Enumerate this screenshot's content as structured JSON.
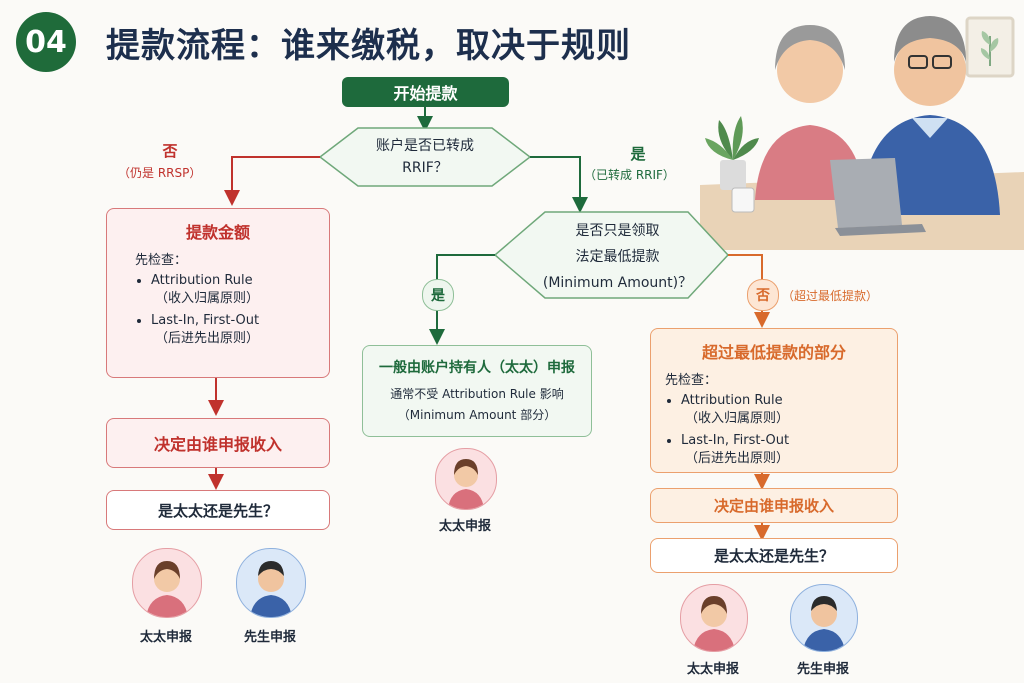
{
  "header": {
    "number": "04",
    "title": "提款流程：谁来缴税，取决于规则"
  },
  "start": {
    "label": "开始提款"
  },
  "decision1": {
    "line1": "账户是否已转成",
    "line2": "RRIF？"
  },
  "branch_no": {
    "label": "否",
    "note": "（仍是 RRSP）"
  },
  "branch_yes": {
    "label": "是",
    "note": "（已转成 RRIF）"
  },
  "left_box": {
    "title": "提款金额",
    "check_label": "先检查：",
    "items": [
      {
        "main": "Attribution Rule",
        "sub": "（收入归属原则）"
      },
      {
        "main": "Last-In, First-Out",
        "sub": "（后进先出原则）"
      }
    ]
  },
  "left_decide": {
    "label": "决定由谁申报收入"
  },
  "left_question": {
    "label": "是太太还是先生？"
  },
  "decision2": {
    "line1": "是否只是领取",
    "line2": "法定最低提款",
    "line3": "(Minimum Amount)？"
  },
  "mid_branch": {
    "label": "是"
  },
  "mid_box": {
    "title": "一般由账户持有人（太太）申报",
    "line1": "通常不受 Attribution Rule 影响",
    "line2": "（Minimum Amount 部分）"
  },
  "mid_avatar": {
    "caption": "太太申报"
  },
  "right_branch": {
    "label": "否",
    "note": "（超过最低提款）"
  },
  "right_box": {
    "title": "超过最低提款的部分",
    "check_label": "先检查：",
    "items": [
      {
        "main": "Attribution Rule",
        "sub": "（收入归属原则）"
      },
      {
        "main": "Last-In, First-Out",
        "sub": "（后进先出原则）"
      }
    ]
  },
  "right_decide": {
    "label": "决定由谁申报收入"
  },
  "right_question": {
    "label": "是太太还是先生？"
  },
  "left_avatars": {
    "wife": "太太申报",
    "husband": "先生申报"
  },
  "right_avatars": {
    "wife": "太太申报",
    "husband": "先生申报"
  },
  "colors": {
    "green": "#1e6a3c",
    "red": "#c0322d",
    "orange": "#d86a2c",
    "navy": "#1d2f4d"
  },
  "icons": [
    "couple-illustration",
    "plant-frame-icon",
    "woman-avatar-icon",
    "man-avatar-icon"
  ]
}
